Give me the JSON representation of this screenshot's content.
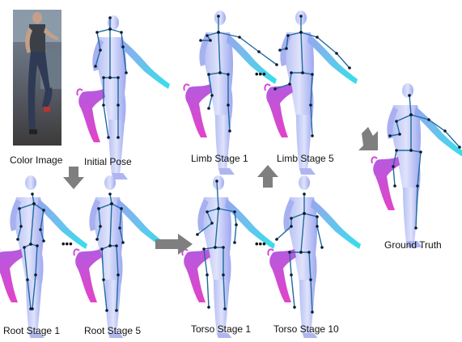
{
  "labels": {
    "color_image": "Color Image",
    "initial_pose": "Initial Pose",
    "limb_stage_1": "Limb Stage 1",
    "limb_stage_5": "Limb Stage 5",
    "ground_truth": "Ground Truth",
    "root_stage_1": "Root Stage 1",
    "root_stage_5": "Root Stage 5",
    "torso_stage_1": "Torso Stage 1",
    "torso_stage_10": "Torso Stage 10"
  },
  "ellipsis": "•••",
  "colors": {
    "body_light": "#c9d0f6",
    "body_mid": "#8e98ec",
    "left_limb": "#d44ad9",
    "right_limb": "#3fe0ea",
    "skeleton": "#1f6aa0",
    "joint": "#0b1b2e",
    "arrow": "#7f7f7f"
  }
}
